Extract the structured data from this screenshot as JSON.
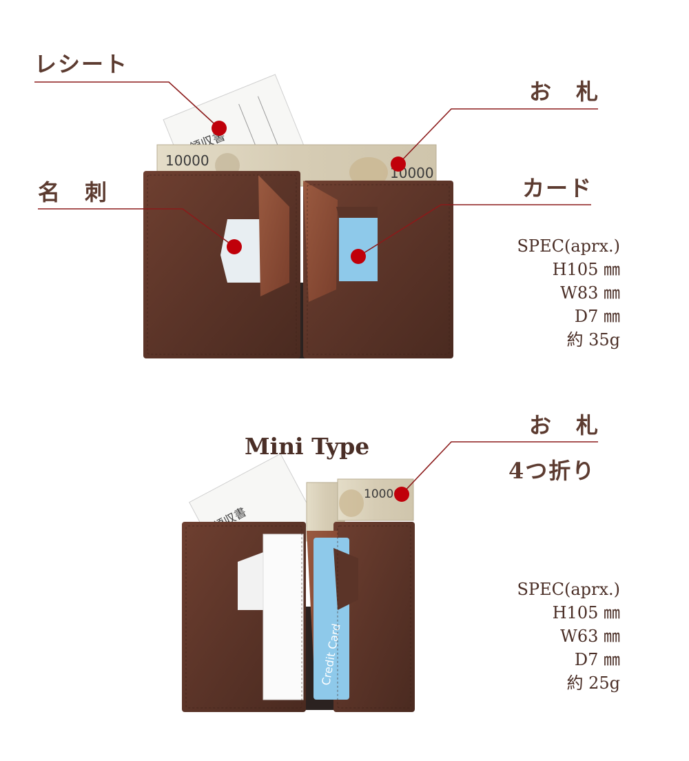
{
  "labels": {
    "receipt": "レシート",
    "bill": "お　札",
    "business_card": "名　刺",
    "card": "カード",
    "bill_mini": "お　札",
    "fold4": "4つ折り"
  },
  "mini_type": "Mini Type",
  "spec_standard": {
    "title": "SPEC(aprx.)",
    "height": "H105 ㎜",
    "width": "W83 ㎜",
    "depth": "D7 ㎜",
    "weight": "約 35g"
  },
  "spec_mini": {
    "title": "SPEC(aprx.)",
    "height": "H105 ㎜",
    "width": "W63 ㎜",
    "depth": "D7 ㎜",
    "weight": "約 25g"
  },
  "props": {
    "banknote_value": "10000",
    "receipt_heading": "領収書",
    "card_text": "Credit Card"
  },
  "colors": {
    "accent_line": "#8b1a1a",
    "marker": "#c0000a",
    "leather_dark": "#5b3428",
    "leather_light": "#8a4a35",
    "inner_black": "#2b2220"
  }
}
